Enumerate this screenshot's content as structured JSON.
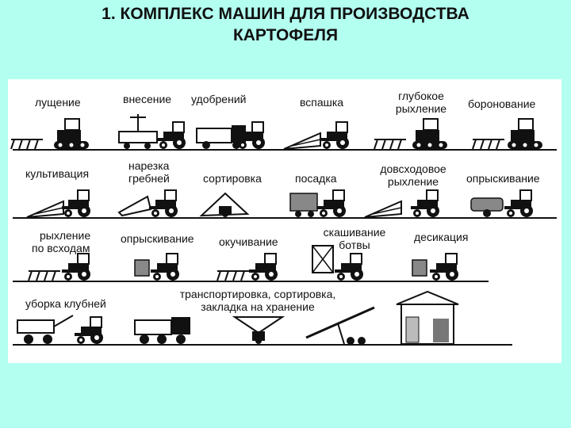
{
  "slide": {
    "title_line1": "1. КОМПЛЕКС МАШИН ДЛЯ ПРОИЗВОДСТВА",
    "title_line2": "КАРТОФЕЛЯ"
  },
  "operations": {
    "row1": [
      "лущение",
      "внесение",
      "удобрений",
      "вспашка",
      "глубокое",
      "рыхление",
      "боронование"
    ],
    "row2": [
      "культивация",
      "нарезка",
      "гребней",
      "сортировка",
      "посадка",
      "довсходовое",
      "рыхление",
      "опрыскивание"
    ],
    "row3": [
      "рыхление",
      "по всходам",
      "опрыскивание",
      "окучивание",
      "скашивание",
      "ботвы",
      "десикация"
    ],
    "row4": [
      "уборка клубней",
      "транспортировка, сортировка,",
      "закладка на хранение"
    ]
  }
}
